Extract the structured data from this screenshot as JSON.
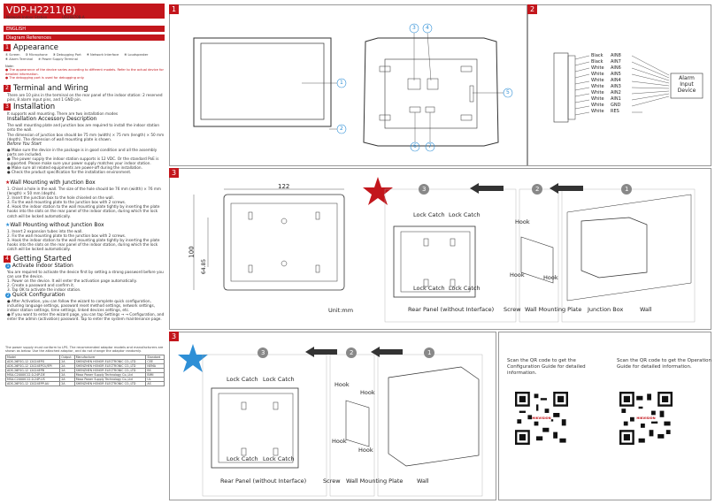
{
  "header": {
    "title": "VDP-H2211(B)",
    "subtitle": "Network Indoor Station",
    "doc_code": "UD26870B-A",
    "language": "ENGLISH",
    "diagram_ref": "Diagram References"
  },
  "sections": {
    "appearance": {
      "num": "1",
      "title": "Appearance",
      "legend": [
        {
          "n": "1",
          "label": "Screen"
        },
        {
          "n": "2",
          "label": "Microphone"
        },
        {
          "n": "3",
          "label": "Debugging Port"
        },
        {
          "n": "4",
          "label": "Network Interface"
        },
        {
          "n": "5",
          "label": "Loudspeaker"
        },
        {
          "n": "6",
          "label": "Alarm Terminal"
        },
        {
          "n": "7",
          "label": "Power Supply Terminal"
        }
      ],
      "note_label": "Note:",
      "notes": [
        "The appearance of the device varies according to different models. Refer to the actual device for detailed information.",
        "The debugging port is used for debugging only."
      ]
    },
    "wiring": {
      "num": "2",
      "title": "Terminal and Wiring",
      "body": "There are 10 pins in the terminal on the rear panel of the indoor station: 2 reserved pins, 8 alarm input pins, and 1 GND pin."
    },
    "installation": {
      "num": "3",
      "title": "Installation",
      "intro": "It supports wall mounting. There are two installation modes",
      "acc_title": "Installation Accessory Description",
      "acc_body": "The wall mounting plate and junction box are required to install the indoor station onto the wall.",
      "dim_body": "The dimension of junction box should be 75 mm (width) × 75 mm (length) × 50 mm (depth). The dimension of wall mounting plate is shown.",
      "before_title": "Before You Start",
      "before_items": [
        "Make sure the device in the package is in good condition and all the assembly parts are included.",
        "The power supply the indoor station supports is 12 VDC. Or the standard PoE is supported. Please make sure your power supply matches your indoor station.",
        "Make sure all related equipments are power-off during the installation.",
        "Check the product specification for the installation environment."
      ],
      "jb_title": "Wall Mounting with Junction Box",
      "jb_steps": [
        "1. Chisel a hole in the wall. The size of the hole should be 76 mm (width) × 76 mm (length) × 50 mm (depth).",
        "2. Insert the junction box to the hole chiseled on the wall.",
        "3. Fix the wall mounting plate to the junction box with 2 screws.",
        "4. Hook the indoor station to the wall mounting plate tightly by inserting the plate hooks into the slots on the rear panel of the indoor station, during which the lock catch will be locked automatically."
      ],
      "nojb_title": "Wall Mounting without Junction Box",
      "nojb_steps": [
        "1. Insert 2 expansion tubes into the wall.",
        "2. Fix the wall mounting plate to the junction box with 2 screws.",
        "3. Hook the indoor station to the wall mounting plate tightly by inserting the plate hooks into the slots on the rear panel of the indoor station, during which the lock catch will be locked automatically."
      ]
    },
    "getting_started": {
      "num": "4",
      "title": "Getting Started",
      "s1_title": "Activate Indoor Station",
      "s1_steps": [
        "You are required to activate the device first by setting a strong password before you can use the device.",
        "1. Power on the device. It will enter the activation page automatically.",
        "2. Create a password and confirm it.",
        "3. Tap OK to activate the indoor station."
      ],
      "s2_title": "Quick Configuration",
      "s2_items": [
        "After Activation, you can follow the wizard to complete quick configuration, including language settings, password reset method settings, network settings, indoor station settings, time settings, linked devices settings, etc.",
        "If you want to enter the wizard page, you can tap Settings → → Configuration, and enter the admin (activation) password. Tap to enter the system maintenance page."
      ]
    }
  },
  "power_table": {
    "intro": "The power supply must conform to LPS. The recommended adaptor models and manufacturers are shown as below. Use the attached adaptor, and do not change the adaptor randomly.",
    "headers": [
      "Model",
      "Output",
      "Manufacturer",
      "Standard"
    ],
    "rows": [
      [
        "ADS-26FSG-12 12024EPG",
        "2A",
        "SHENZHEN HONOR ELECTRONIC CO.,LTD",
        "CEE"
      ],
      [
        "ADS-26FSG-12 12024EPCU/EPI",
        "2A",
        "SHENZHEN HONOR ELECTRONIC CO.,LTD",
        "NEMA"
      ],
      [
        "ADS-26FSG-12 12024EPB",
        "2A",
        "SHENZHEN HONOR ELECTRONIC CO.,LTD",
        "BS"
      ],
      [
        "MSA-C2000IC12.0-24P-DE",
        "2A",
        "Moso Power Supply Technology Co.,Ltd",
        "BIMI"
      ],
      [
        "MSA-C2000IC12.0-24P-US",
        "2A",
        "Moso Power Supply Technology Co.,Ltd",
        "UL"
      ],
      [
        "ADS-26FSG-12 12024EPP-AU",
        "2A",
        "SHENZHEN HONOR ELECTRONIC CO.,LTD",
        "AS"
      ]
    ]
  },
  "panels": {
    "p1": {
      "num": "1",
      "callouts": [
        "1",
        "2",
        "3",
        "4",
        "5",
        "6",
        "7"
      ]
    },
    "p2": {
      "num": "2",
      "wires": [
        {
          "color": "Black",
          "pin": "AIN8"
        },
        {
          "color": "Black",
          "pin": "AIN7"
        },
        {
          "color": "White",
          "pin": "AIN6"
        },
        {
          "color": "White",
          "pin": "AIN5"
        },
        {
          "color": "White",
          "pin": "AIN4"
        },
        {
          "color": "White",
          "pin": "AIN3"
        },
        {
          "color": "White",
          "pin": "AIN2"
        },
        {
          "color": "White",
          "pin": "AIN1"
        },
        {
          "color": "White",
          "pin": "GND"
        },
        {
          "color": "White",
          "pin": "RES"
        }
      ],
      "device": "Alarm Input Device"
    },
    "p3a": {
      "num": "3",
      "dim_width": "122",
      "dim_height": "100",
      "dim_inner": "64.85",
      "unit": "Unit:mm",
      "steps": [
        "3",
        "2",
        "1"
      ],
      "labels": {
        "lock_catch": "Lock Catch",
        "hook": "Hook",
        "rear_panel": "Rear  Panel (without Interface)",
        "screw": "Screw",
        "plate": "Wall Mounting Plate",
        "junction": "Junction Box",
        "wall": "Wall"
      }
    },
    "p3b": {
      "num": "3",
      "steps": [
        "3",
        "2",
        "1"
      ],
      "labels": {
        "lock_catch": "Lock Catch",
        "hook": "Hook",
        "rear_panel": "Rear  Panel (without Interface)",
        "screw": "Screw",
        "plate": "Wall Mounting Plate",
        "wall": "Wall"
      }
    },
    "qr": {
      "left_text": "Scan the QR code to get the Configuration Guide for detailed information.",
      "right_text": "Scan the QR code to get the Operation Guide for detailed information.",
      "brand": "HIKVISION"
    }
  },
  "colors": {
    "accent": "#c3161c",
    "star_red": "#c3161c",
    "star_blue": "#2e8fd6"
  }
}
